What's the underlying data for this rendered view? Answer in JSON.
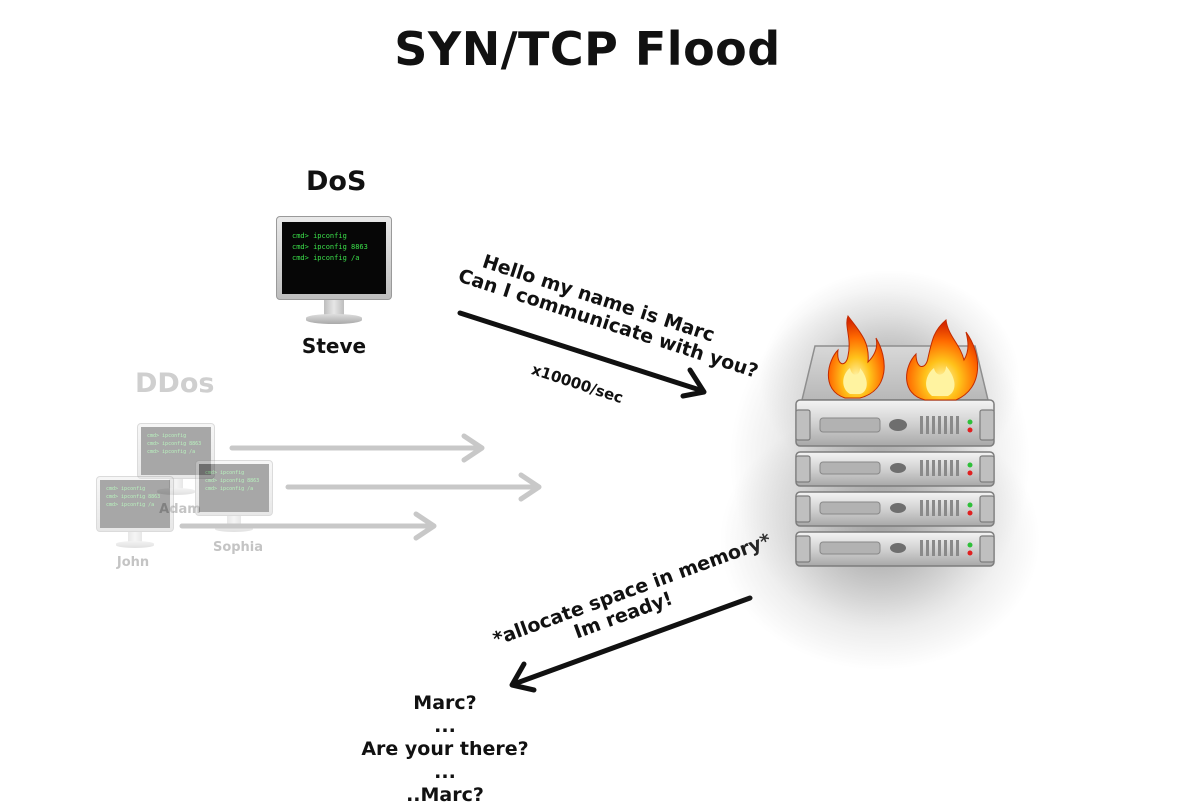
{
  "title": "SYN/TCP Flood",
  "dos": {
    "heading": "DoS",
    "user": "Steve",
    "terminal_lines": [
      "cmd> ipconfig",
      "cmd> ipconfig 8863",
      "cmd> ipconfig /a"
    ]
  },
  "ddos": {
    "heading": "DDos",
    "users": [
      "Adam",
      "Sophia",
      "John"
    ],
    "terminal_lines": [
      "cmd> ipconfig",
      "cmd> ipconfig 8863",
      "cmd> ipconfig /a"
    ]
  },
  "request": {
    "line1": "Hello my name is Marc",
    "line2": "Can I communicate with you?",
    "rate": "x10000/sec"
  },
  "response": {
    "line1": "*allocate space in memory*",
    "line2": "Im ready!"
  },
  "conversation": [
    "Marc?",
    "...",
    "Are your there?",
    "...",
    "..Marc?"
  ]
}
